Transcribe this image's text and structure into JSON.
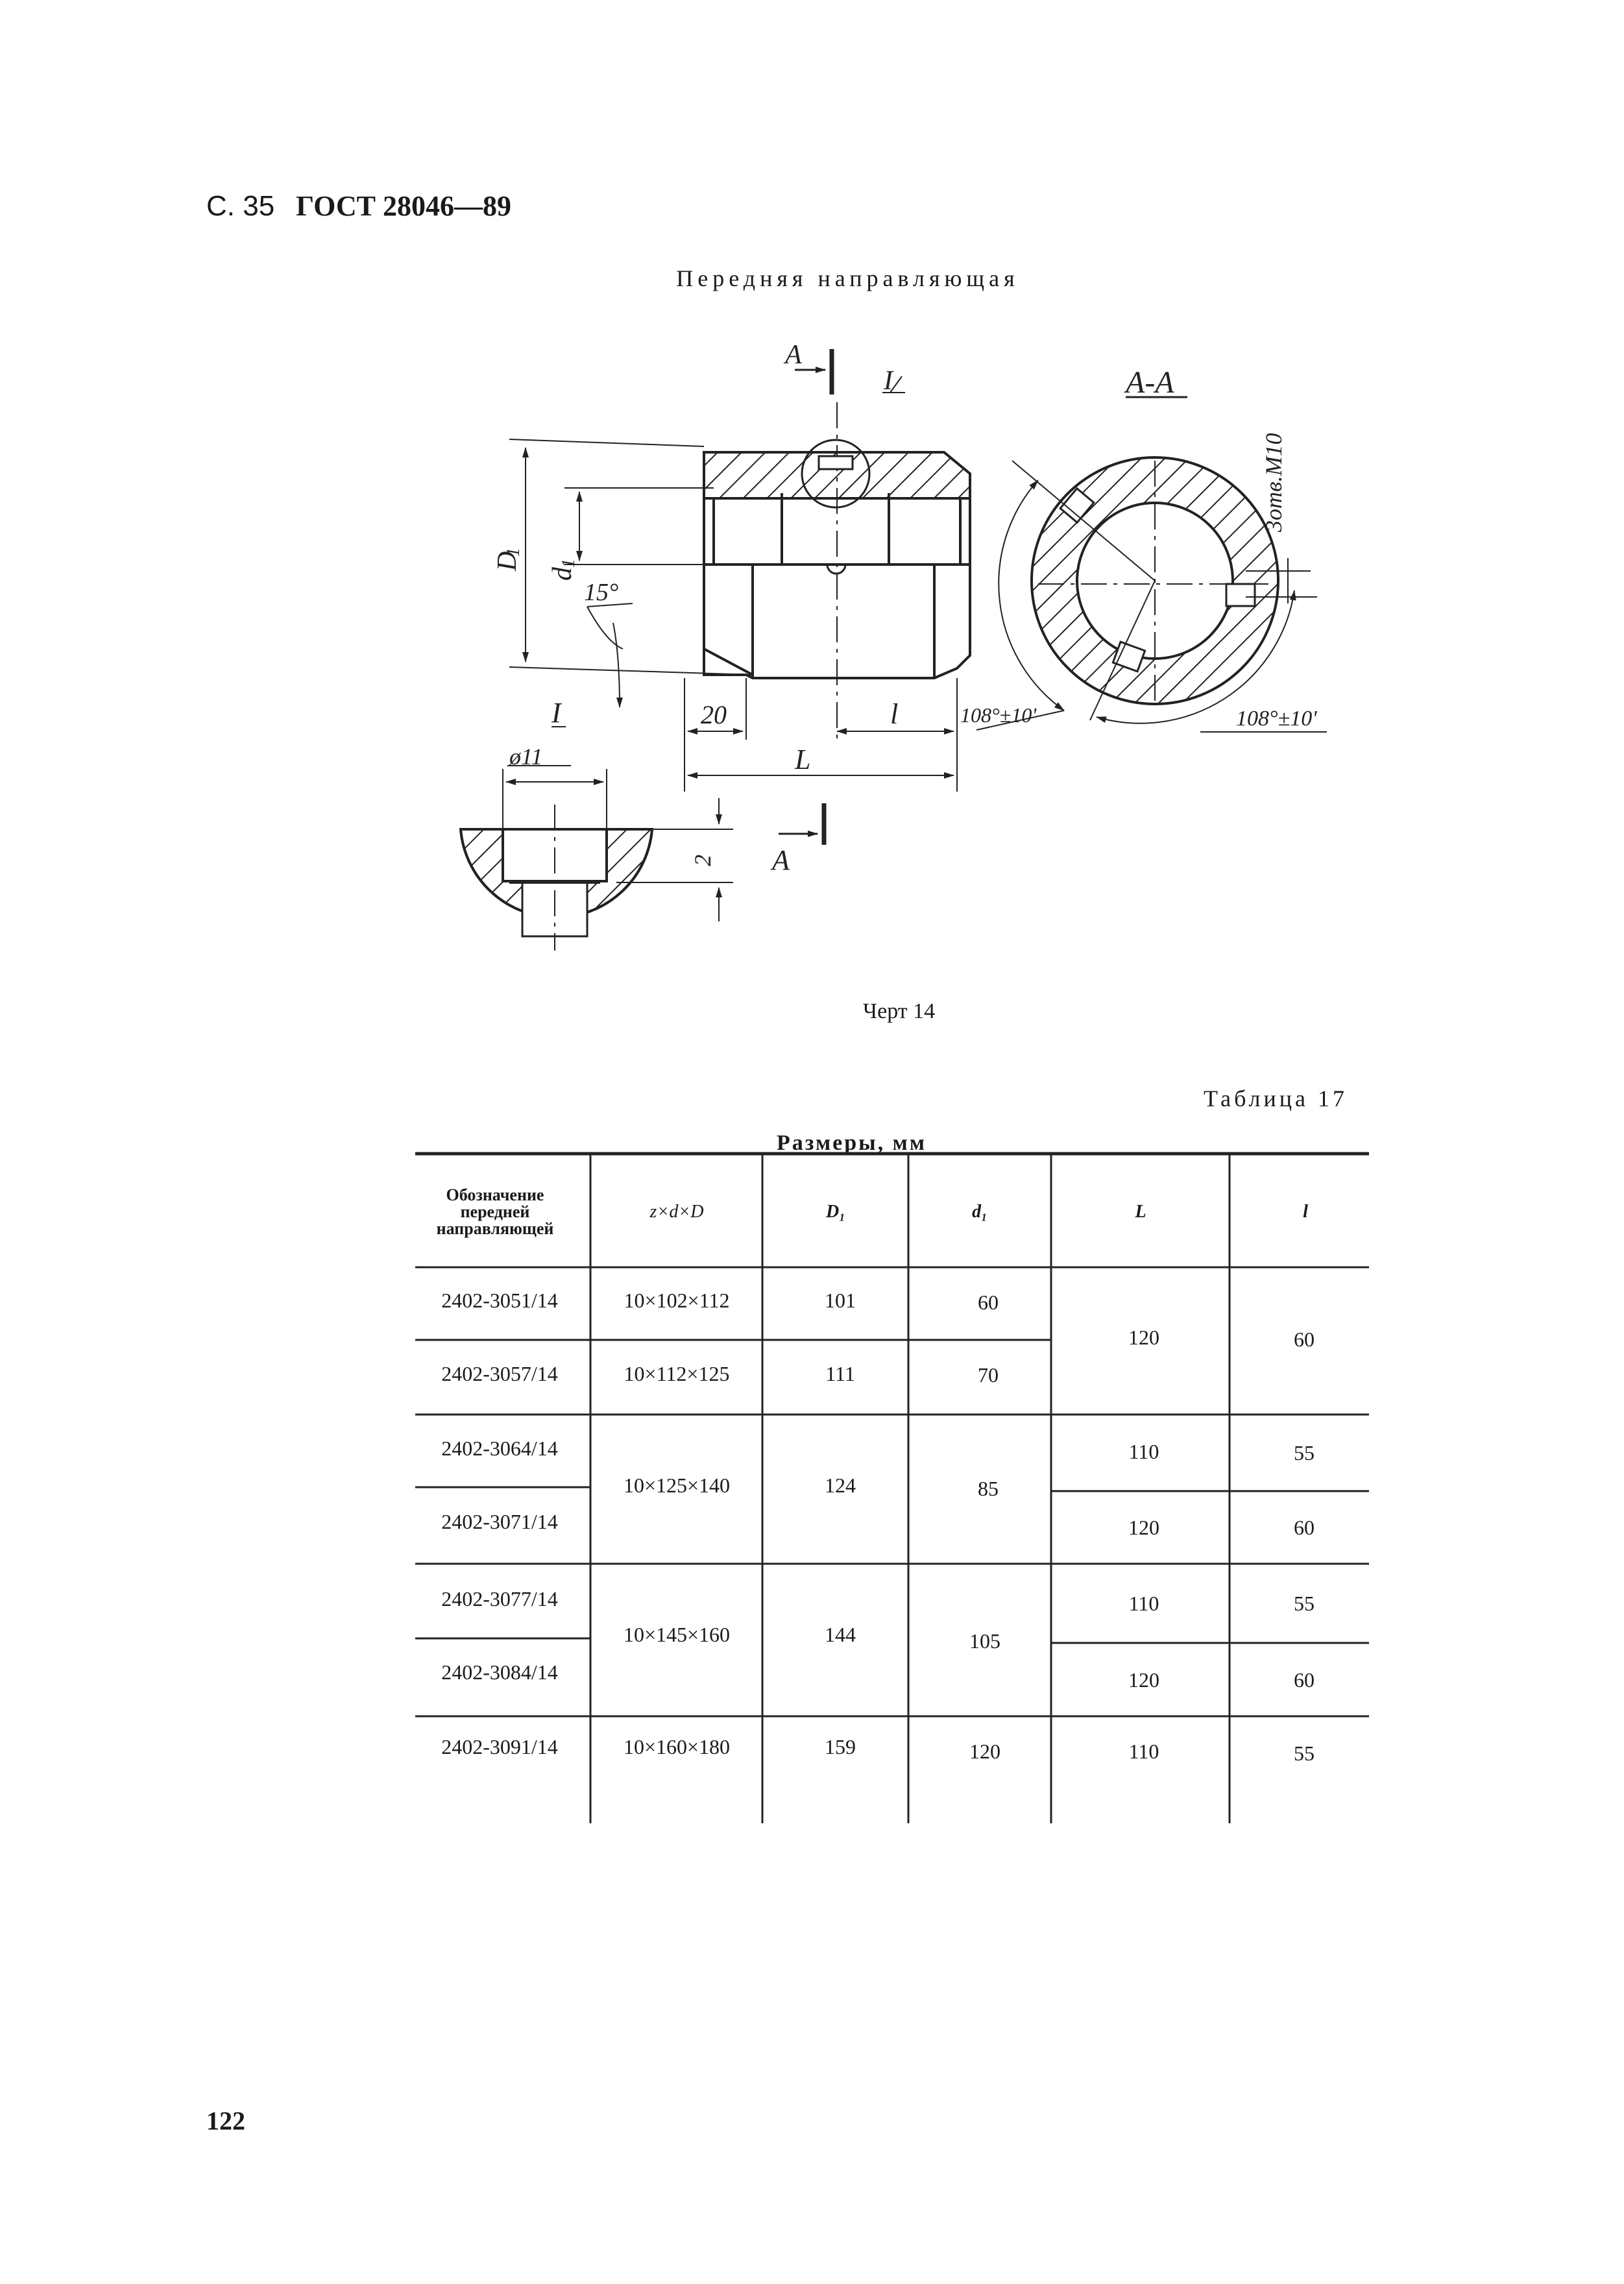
{
  "header": {
    "page": "С. 35",
    "standard": "ГОСТ 28046—89"
  },
  "figure": {
    "title": "Передняя направляющая",
    "caption": "Черт 14",
    "labels": {
      "cut_a_top": "A",
      "cut_a_bottom": "A",
      "detail_mark": "I",
      "detail_title": "I",
      "section_title": "A-A",
      "dim_D1": "D",
      "dim_D1_sub": "1",
      "dim_d1": "d",
      "dim_d1_sub": "1",
      "angle_15": "15°",
      "dim_20": "20",
      "dim_l": "l",
      "dim_L": "L",
      "angle_108_left": "108°±10'",
      "angle_108_right": "108°±10'",
      "holes": "3отв.M10",
      "dim_phi11": "ø11",
      "dim_2": "2"
    }
  },
  "table": {
    "label": "Таблица 17",
    "subtitle": "Размеры, мм",
    "headers": {
      "designation": [
        "Обозначение",
        "передней",
        "направляющей"
      ],
      "zdD": "z×d×D",
      "D1": "D₁",
      "d1": "d₁",
      "L": "L",
      "l": "l"
    },
    "col_designation": [
      "2402-3051/14",
      "2402-3057/14",
      "2402-3064/14",
      "2402-3071/14",
      "2402-3077/14",
      "2402-3084/14",
      "2402-3091/14"
    ],
    "col_zdD": [
      "10×102×112",
      "10×112×125",
      "10×125×140",
      "10×145×160",
      "10×160×180"
    ],
    "col_D1": [
      "101",
      "111",
      "124",
      "144",
      "159"
    ],
    "col_d1": [
      "60",
      "70",
      "85",
      "105",
      "120"
    ],
    "col_L": [
      "120",
      "110",
      "120",
      "110",
      "120",
      "110"
    ],
    "col_l": [
      "60",
      "55",
      "60",
      "55",
      "60",
      "55"
    ]
  },
  "page_number": "122"
}
